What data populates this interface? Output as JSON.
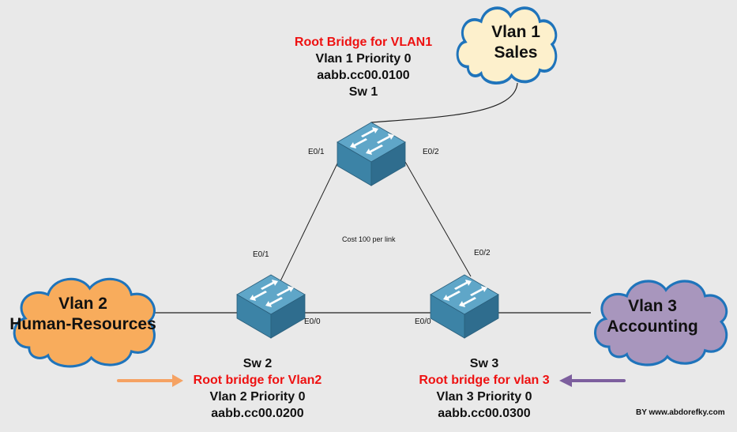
{
  "colors": {
    "background": "#e9e9e9",
    "cloud_outline": "#1f74bb",
    "cloud_sales": "#fdf0cc",
    "cloud_hr": "#f8ac5c",
    "cloud_accounting": "#a896bd",
    "switch_top": "#5fa6c8",
    "switch_side": "#3c83a6",
    "root_text": "#ee1111",
    "arrow_hr": "#f5a263",
    "arrow_accounting": "#7d5f9e"
  },
  "clouds": [
    {
      "id": "sales",
      "line1": "Vlan 1",
      "line2": "Sales"
    },
    {
      "id": "hr",
      "line1": "Vlan 2",
      "line2": "Human-Resources"
    },
    {
      "id": "accounting",
      "line1": "Vlan 3",
      "line2": "Accounting"
    }
  ],
  "switches": [
    {
      "id": "sw1",
      "name": "Sw 1",
      "root": "Root Bridge for VLAN1",
      "priority": "Vlan 1 Priority  0",
      "mac": "aabb.cc00.0100",
      "ports": {
        "left": "E0/1",
        "right": "E0/2"
      }
    },
    {
      "id": "sw2",
      "name": "Sw 2",
      "root": "Root bridge for Vlan2",
      "priority": "Vlan 2 Priority  0",
      "mac": "aabb.cc00.0200",
      "ports": {
        "up": "E0/1",
        "right": "E0/0"
      }
    },
    {
      "id": "sw3",
      "name": "Sw 3",
      "root": "Root bridge for vlan 3",
      "priority": "Vlan 3 Priority  0",
      "mac": "aabb.cc00.0300",
      "ports": {
        "up": "E0/2",
        "left": "E0/0"
      }
    }
  ],
  "link_cost_label": "Cost 100 per link",
  "credit": "BY www.abdorefky.com"
}
